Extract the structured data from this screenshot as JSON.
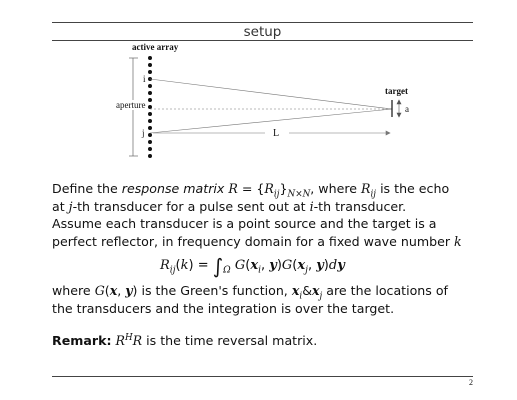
{
  "slide": {
    "title": "setup",
    "page_number": "2"
  },
  "diagram": {
    "active_array_label": "active array",
    "aperture_label": "aperture",
    "i_label": "i",
    "j_label": "j",
    "target_label": "target",
    "a_label": "a",
    "L_label": "L"
  },
  "body": {
    "p1_define": "Define the",
    "p1_response_matrix": "response matrix",
    "p1_mid": ", where",
    "p1_is_echo": "is the echo",
    "p1_at": "at",
    "p1_jth": "-th transducer for a pulse sent out at",
    "p1_ith": "-th transducer.",
    "p2_line1": "Assume each transducer is a point source and the target is a",
    "p2_line2": "perfect reflector, in frequency domain for a fixed wave number",
    "p3_where": "where",
    "p3_green": "is the Green's function,",
    "p3_locations": "are the locations of",
    "p3_line2": "the transducers and the integration is over the target.",
    "remark_label": "Remark:",
    "remark_text": "is the time reversal matrix."
  }
}
